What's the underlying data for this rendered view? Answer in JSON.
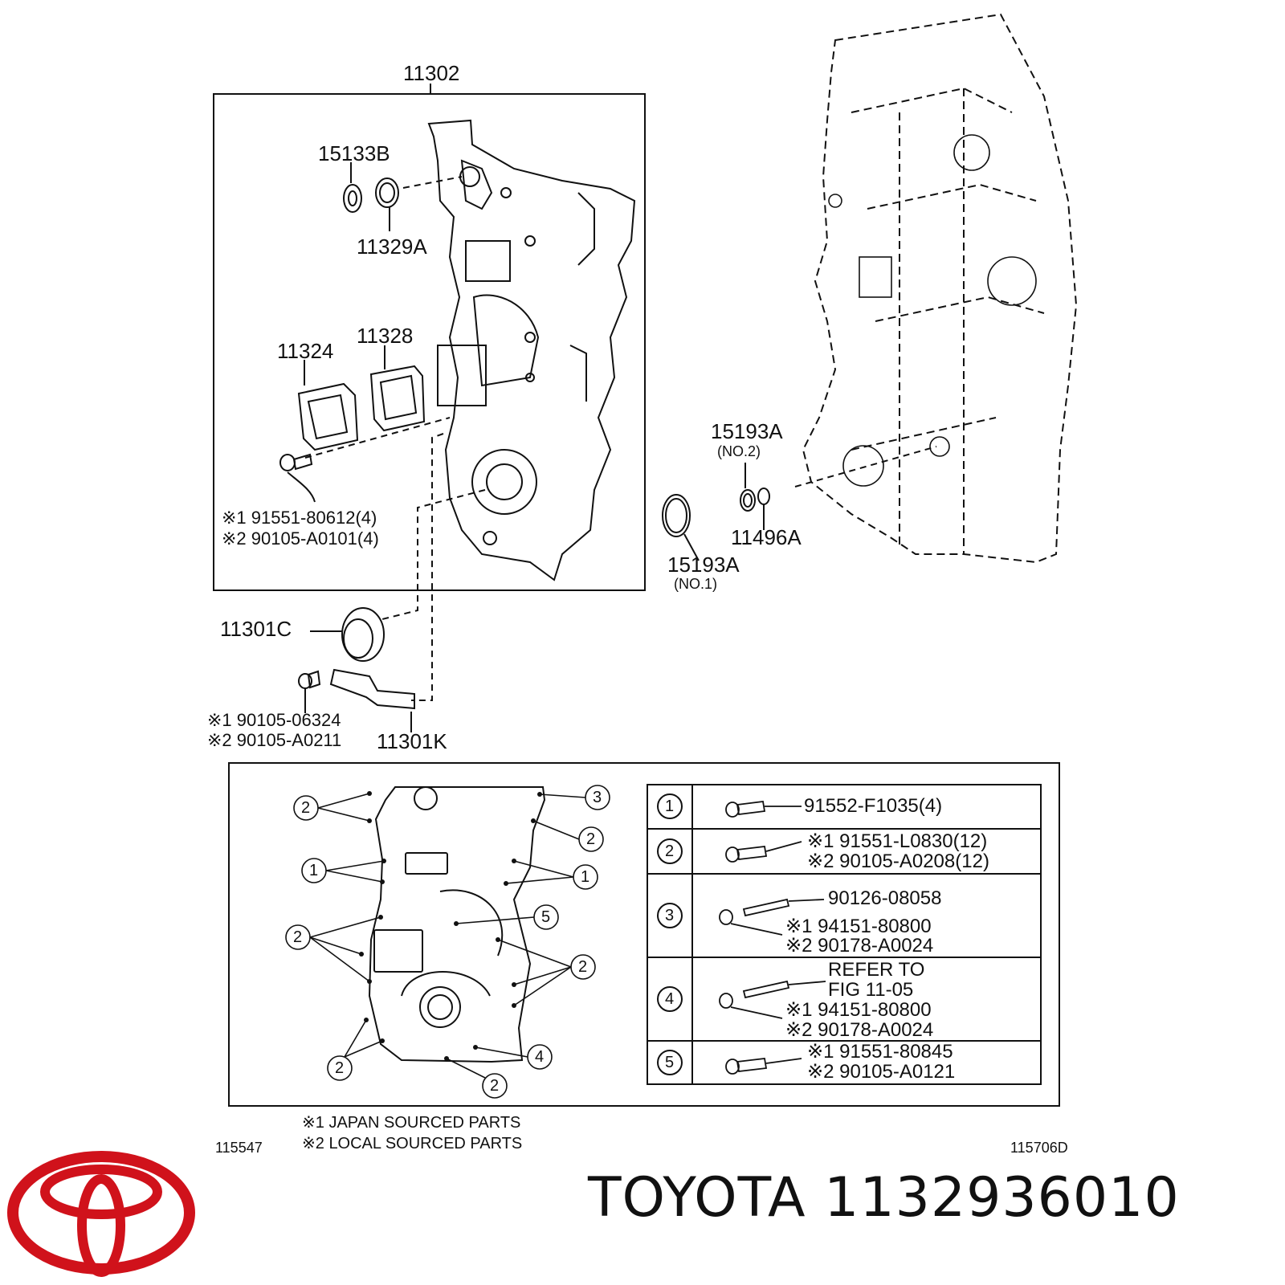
{
  "brand": {
    "text": "TOYOTA 1132936010",
    "logo_color": "#d0121b"
  },
  "parts": {
    "cover": "11302",
    "cam_seal_plug": "15133B",
    "cam_oring": "11329A",
    "gasket_a": "11324",
    "gasket_b": "11328",
    "bolt_a_1": "※1 91551-80612(4)",
    "bolt_a_2": "※2 90105-A0101(4)",
    "oring_no2": "15193A",
    "oring_no2_sub": "(NO.2)",
    "oring_small": "11496A",
    "oring_no1": "15193A",
    "oring_no1_sub": "(NO.1)",
    "crank_seal": "11301C",
    "sensor": "11301K",
    "sensor_bolt_1": "※1 90105-06324",
    "sensor_bolt_2": "※2 90105-A0211"
  },
  "legend": {
    "rows": [
      {
        "num": "1",
        "lines": [
          "91552-F1035(4)"
        ]
      },
      {
        "num": "2",
        "lines": [
          "※1 91551-L0830(12)",
          "※2 90105-A0208(12)"
        ]
      },
      {
        "num": "3",
        "lines": [
          "90126-08058",
          "※1 94151-80800",
          "※2 90178-A0024"
        ]
      },
      {
        "num": "4",
        "lines": [
          "REFER TO",
          "FIG 11-05",
          "※1 94151-80800",
          "※2 90178-A0024"
        ]
      },
      {
        "num": "5",
        "lines": [
          "※1 91551-80845",
          "※2 90105-A0121"
        ]
      }
    ]
  },
  "callouts": [
    "2",
    "3",
    "2",
    "1",
    "1",
    "5",
    "2",
    "2",
    "2",
    "4",
    "2"
  ],
  "notes": {
    "japan": "※1 JAPAN SOURCED PARTS",
    "local": "※2 LOCAL SOURCED PARTS"
  },
  "codes": {
    "left": "115547",
    "right": "115706D"
  }
}
